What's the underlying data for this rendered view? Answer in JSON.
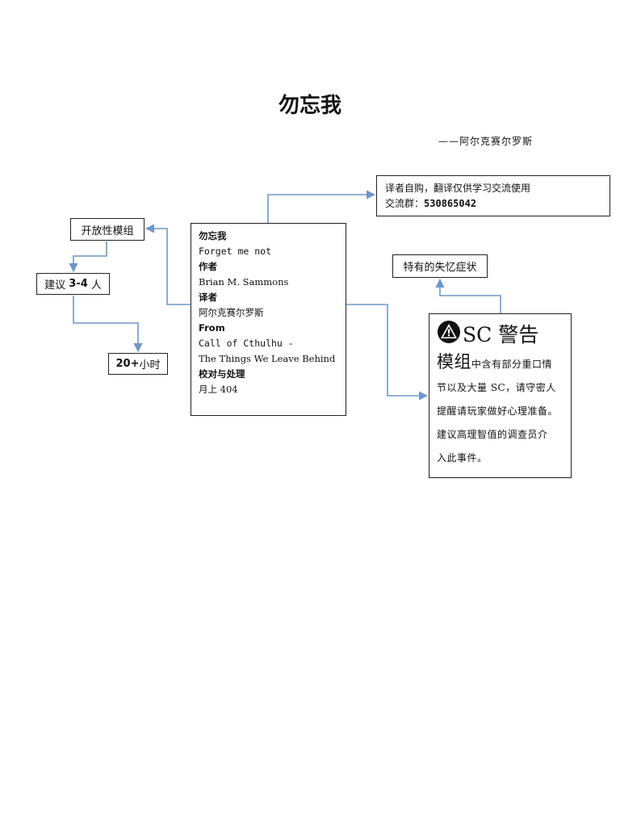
{
  "title": "勿忘我",
  "byline": "——阿尔克赛尔罗斯",
  "translator_note": {
    "line1": "译者自购，翻译仅供学习交流使用",
    "group_label": "交流群：",
    "group_number": "530865042"
  },
  "open_module": "开放性模组",
  "players": {
    "prefix": "建议 ",
    "count": "3-4",
    "suffix": " 人"
  },
  "hours": {
    "count": "20+",
    "unit": "小时"
  },
  "amnesia": "特有的失忆症状",
  "info": {
    "title_zh": "勿忘我",
    "title_en": "Forget me not",
    "author_label": "作者",
    "author": "Brian M. Sammons",
    "translator_label": "译者",
    "translator": "阿尔克赛尔罗斯",
    "from_label": "From",
    "from_line1": "Call of Cthulhu -",
    "from_line2": "The Things We Leave Behind",
    "proof_label": "校对与处理",
    "proof": "月上 404"
  },
  "warning": {
    "heading": "SC 警告",
    "lead": "模组",
    "body_1": "中含有部分重口情",
    "body_2": "节以及大量 SC，请守密人",
    "body_3": "提醒请玩家做好心理准备。",
    "body_4": "建议高理智值的调查员介",
    "body_5": "入此事件。"
  },
  "colors": {
    "connector": "#6f97c6",
    "border": "#222222"
  },
  "icons": {
    "warning": "warning-triangle-icon"
  }
}
